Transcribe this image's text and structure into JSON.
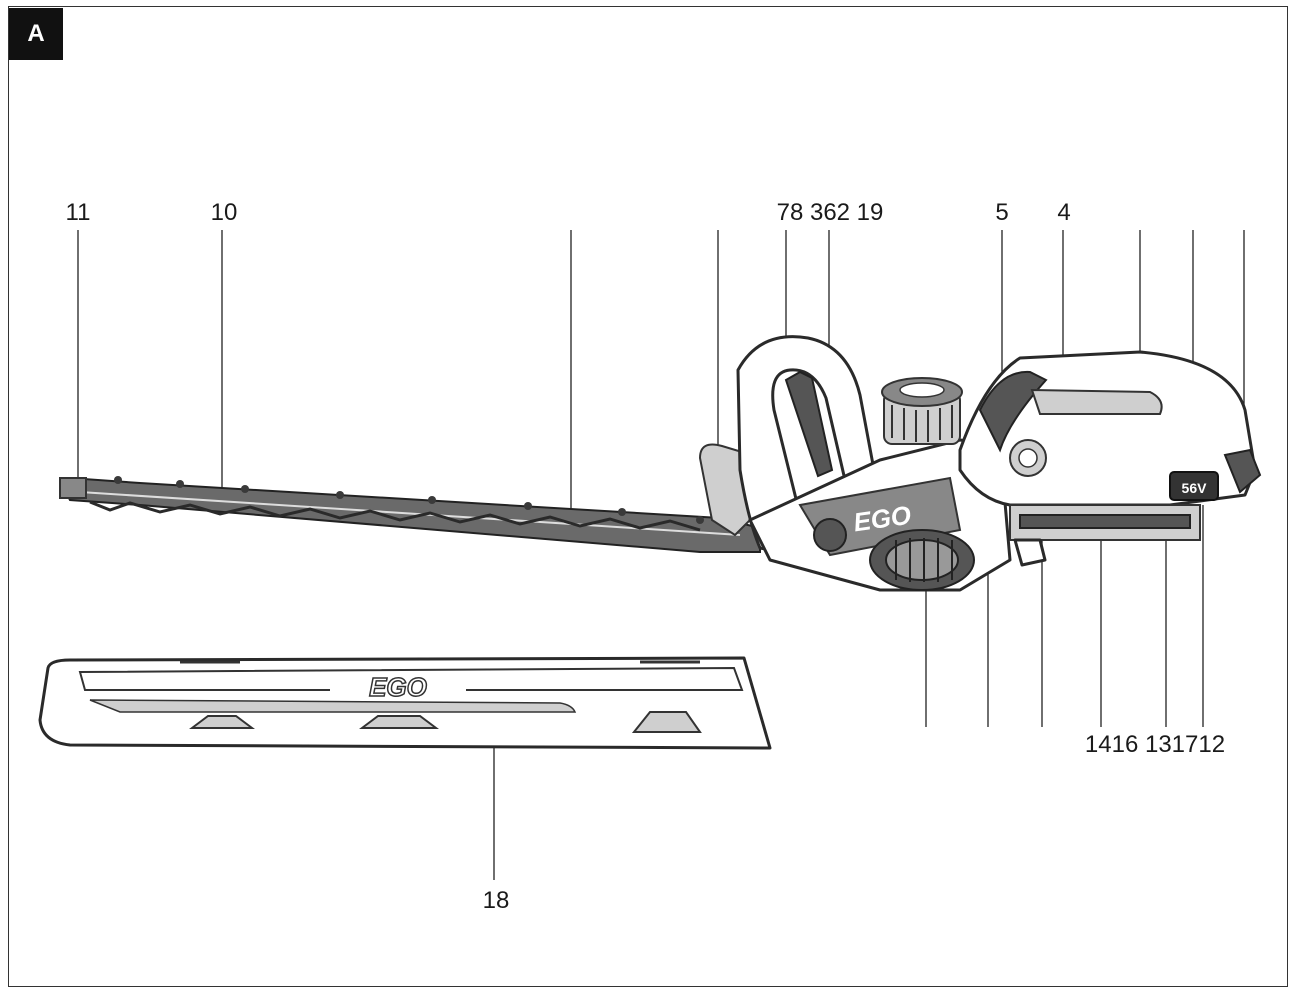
{
  "figure": {
    "label": "A"
  },
  "callouts": {
    "top": [
      "11",
      "10",
      "78 362 19",
      "5",
      "4"
    ],
    "bottom": [
      "1416 131712"
    ],
    "scabbard": "18"
  },
  "branding": {
    "logo_text": "EGO",
    "battery_text": "56V"
  },
  "colors": {
    "ink": "#1a1a1a",
    "body_dark": "#555555",
    "body_mid": "#888888",
    "body_light": "#cfcfcf"
  }
}
